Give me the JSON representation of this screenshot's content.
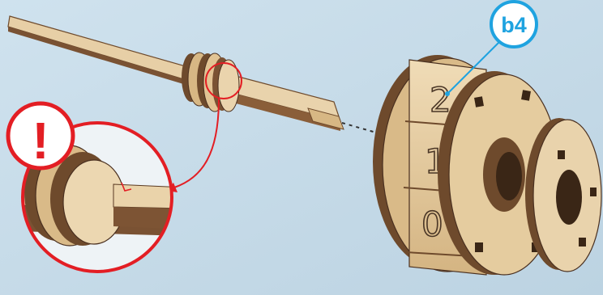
{
  "callout": {
    "label": "b4",
    "color": "#1fa3e0"
  },
  "wheel": {
    "digits": [
      "2",
      "1",
      "0"
    ]
  },
  "warning": {
    "symbol": "!",
    "color": "#e31e24"
  },
  "colors": {
    "background": "#c9dde9",
    "wood_light": "#e7cfa6",
    "wood_mid": "#d7b784",
    "wood_dark": "#6e4a2c",
    "detail_ring": "#e31e24"
  }
}
